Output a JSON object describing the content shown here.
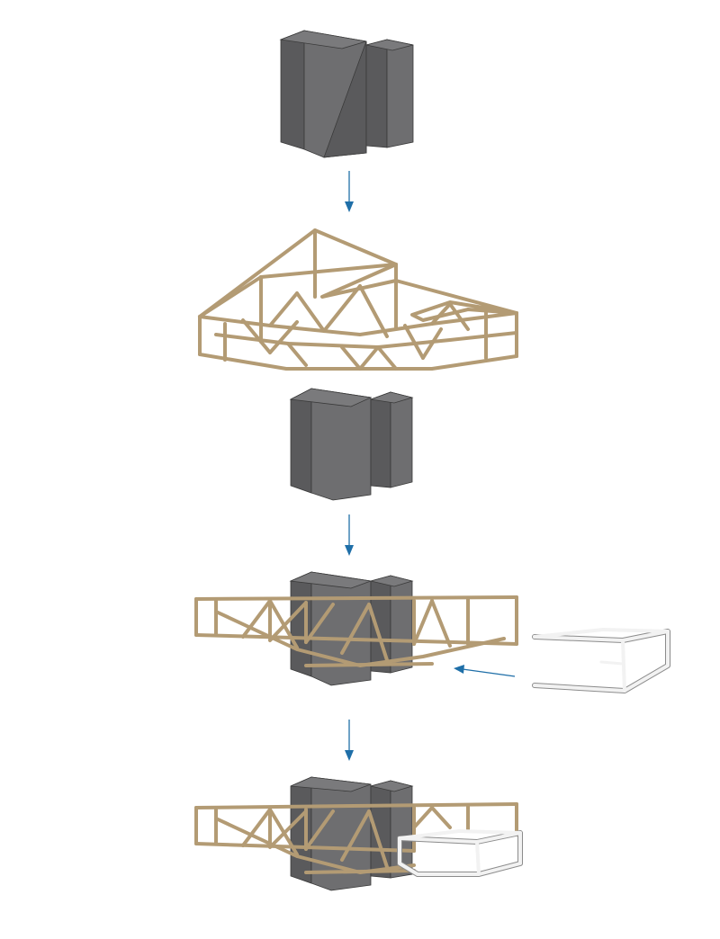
{
  "colors": {
    "core_front": "#6e6e70",
    "core_side": "#5a5a5c",
    "core_top": "#7a7a7c",
    "truss": "#b39b74",
    "truss_edge": "#8a7452",
    "frame": "#f2f2f2",
    "frame_edge": "#8c8c8c",
    "arrow": "#1f6fa8",
    "background": "#ffffff"
  },
  "steps": [
    {
      "id": "step-1",
      "parts": [
        "core-towers"
      ]
    },
    {
      "id": "step-2",
      "parts": [
        "roof-truss",
        "core-towers"
      ]
    },
    {
      "id": "step-3",
      "parts": [
        "core-towers",
        "roof-truss",
        "inserted-frame-module"
      ]
    },
    {
      "id": "step-4",
      "parts": [
        "core-towers",
        "roof-truss",
        "inserted-frame-module"
      ]
    }
  ]
}
